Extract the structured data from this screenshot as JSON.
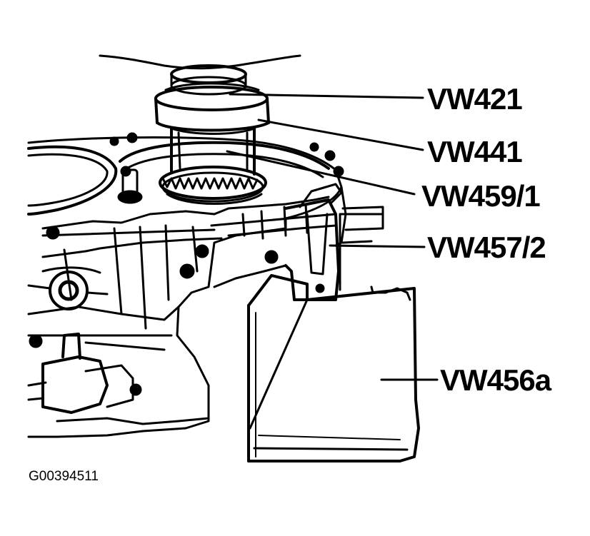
{
  "diagram": {
    "callouts": [
      {
        "id": "c1",
        "label": "VW421"
      },
      {
        "id": "c2",
        "label": "VW441"
      },
      {
        "id": "c3",
        "label": "VW459/1"
      },
      {
        "id": "c4",
        "label": "VW457/2"
      },
      {
        "id": "c5",
        "label": "VW456a"
      }
    ],
    "reference_code": "G00394511",
    "colors": {
      "ink": "#000000",
      "paper": "#ffffff"
    }
  }
}
